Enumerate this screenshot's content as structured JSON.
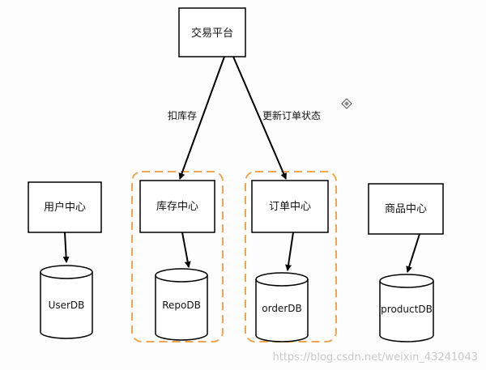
{
  "nodes": {
    "platform": "交易平台",
    "user_center": "用户中心",
    "inventory_center": "库存中心",
    "order_center": "订单中心",
    "product_center": "商品中心"
  },
  "databases": {
    "user_db": "UserDB",
    "repo_db": "RepoDB",
    "order_db": "orderDB",
    "product_db": "productDB"
  },
  "edges": {
    "deduct_stock": "扣库存",
    "update_order_status": "更新订单状态"
  },
  "watermark": "https://blog.csdn.net/weixin_43241043",
  "colors": {
    "highlight_border": "#f0a550",
    "stroke": "#000000"
  }
}
